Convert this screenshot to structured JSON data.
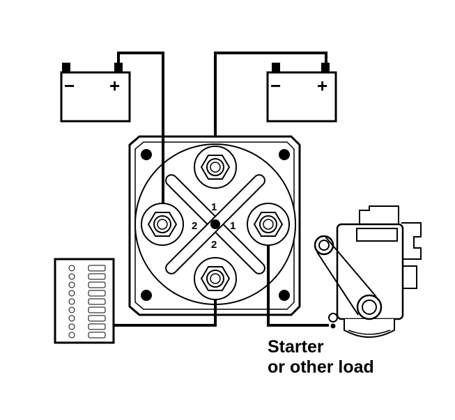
{
  "batteries": [
    {
      "negative_sign": "−",
      "positive_sign": "+"
    },
    {
      "negative_sign": "−",
      "positive_sign": "+"
    }
  ],
  "switch": {
    "position_labels": {
      "top": "1",
      "right": "1",
      "left": "2",
      "bottom": "2"
    }
  },
  "load_label": {
    "line1": "Starter",
    "line2": "or other load"
  },
  "colors": {
    "line": "#000000",
    "background": "#ffffff"
  },
  "icons": [
    "battery-icon",
    "battery-switch-icon",
    "distribution-panel-icon",
    "starter-motor-icon"
  ]
}
